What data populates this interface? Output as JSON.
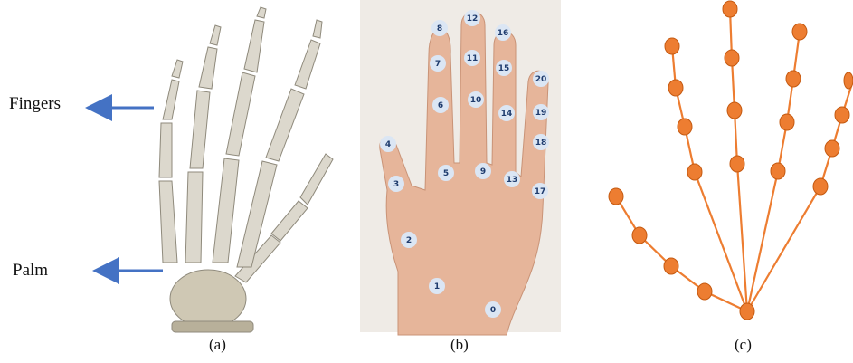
{
  "labels": {
    "fingers": "Fingers",
    "palm": "Palm",
    "panel_a": "(a)",
    "panel_b": "(b)",
    "panel_c": "(c)"
  },
  "keypoint_numbers": [
    "0",
    "1",
    "2",
    "3",
    "4",
    "5",
    "6",
    "7",
    "8",
    "9",
    "10",
    "11",
    "12",
    "13",
    "14",
    "15",
    "16",
    "17",
    "18",
    "19",
    "20"
  ],
  "colors": {
    "arrow": "#4472c4",
    "skeleton": "#ed7d31",
    "joint_fill": "#ed7d31",
    "joint_stroke": "#c55a11",
    "bone": "#d9d6cc",
    "skin": "#e6b59a",
    "photo_bg": "#efebe6",
    "keypoint_fill": "#dbe6f4"
  },
  "icons": [
    "left-arrow-icon",
    "hand-skeleton-illustration",
    "hand-photo-illustration",
    "hand-keypoint-graph"
  ]
}
